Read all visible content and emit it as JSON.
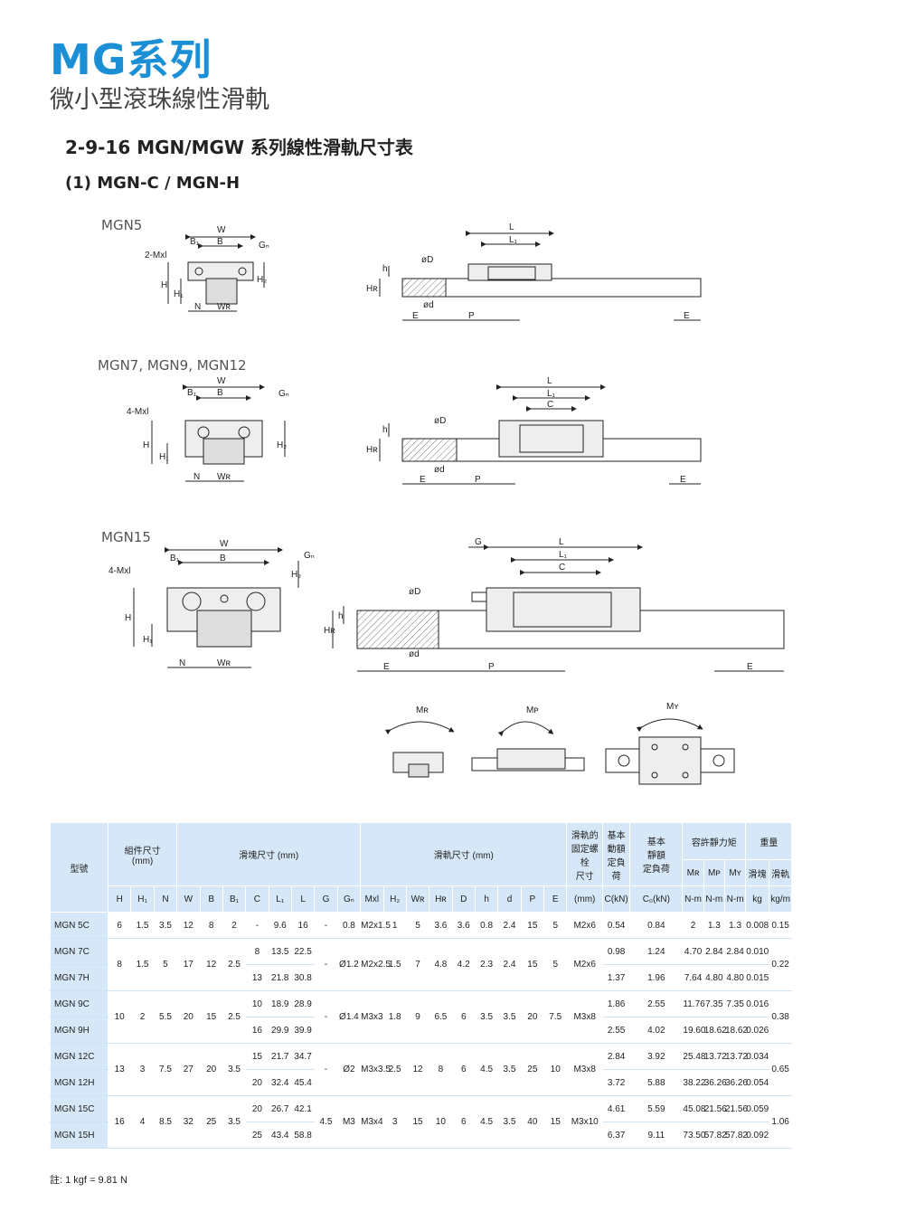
{
  "header": {
    "brand": "MG系列",
    "subtitle": "微小型滾珠線性滑軌",
    "section": "2-9-16  MGN/MGW 系列線性滑軌尺寸表",
    "subsection": "(1) MGN-C / MGN-H"
  },
  "drawings": {
    "mgn5": {
      "label": "MGN5",
      "dims": [
        "W",
        "B₁",
        "B",
        "Gₙ",
        "2-Mxl",
        "H",
        "H₁",
        "H₂",
        "N",
        "Wʀ",
        "L",
        "L₁",
        "øD",
        "h",
        "Hʀ",
        "ød",
        "E",
        "P",
        "E"
      ]
    },
    "mgn7": {
      "label": "MGN7, MGN9, MGN12",
      "dims": [
        "W",
        "B₁",
        "B",
        "Gₙ",
        "4-Mxl",
        "H",
        "H₁",
        "H₂",
        "N",
        "Wʀ",
        "L",
        "L₁",
        "C",
        "øD",
        "h",
        "Hʀ",
        "ød",
        "E",
        "P",
        "E"
      ]
    },
    "mgn15": {
      "label": "MGN15",
      "dims": [
        "W",
        "B₁",
        "B",
        "Gₙ",
        "4-Mxl",
        "H₂",
        "H",
        "H₁",
        "N",
        "Wʀ",
        "G",
        "L",
        "L₁",
        "C",
        "øD",
        "h",
        "Hʀ",
        "ød",
        "E",
        "P",
        "E"
      ]
    },
    "moments": [
      "Mʀ",
      "Mᴘ",
      "Mʏ"
    ]
  },
  "table": {
    "model_header": "型號",
    "group_headers": {
      "assembly": "組件尺寸\n(mm)",
      "block": "滑塊尺寸 (mm)",
      "rail": "滑軌尺寸 (mm)",
      "bolt": "滑軌的\n固定螺栓\n尺寸",
      "dyn": "基本\n動額\n定負荷",
      "stat": "基本\n靜額\n定負荷",
      "moment": "容許靜力矩",
      "weight": "重量"
    },
    "sub_headers": {
      "mr": "Mʀ",
      "mp": "Mᴘ",
      "my": "Mʏ",
      "block_w": "滑塊",
      "rail_w": "滑軌"
    },
    "columns": [
      "H",
      "H₁",
      "N",
      "W",
      "B",
      "B₁",
      "C",
      "L₁",
      "L",
      "G",
      "Gₙ",
      "Mxl",
      "H₂",
      "Wʀ",
      "Hʀ",
      "D",
      "h",
      "d",
      "P",
      "E",
      "(mm)",
      "C(kN)",
      "C₀(kN)",
      "N-m",
      "N-m",
      "N-m",
      "kg",
      "kg/m"
    ],
    "rows": [
      {
        "model": "MGN 5C",
        "H": "6",
        "H1": "1.5",
        "N": "3.5",
        "W": "12",
        "B": "8",
        "B1": "2",
        "C": "-",
        "L1": "9.6",
        "L": "16",
        "G": "-",
        "Gn": "0.8",
        "Mxl": "M2x1.5",
        "H2": "1",
        "WR": "5",
        "HR": "3.6",
        "D": "3.6",
        "h": "0.8",
        "d": "2.4",
        "P": "15",
        "E": "5",
        "bolt": "M2x6",
        "Cdyn": "0.54",
        "C0": "0.84",
        "MR": "2",
        "MP": "1.3",
        "MY": "1.3",
        "wb": "0.008",
        "wr": "0.15"
      }
    ],
    "groups": [
      {
        "H": "8",
        "H1": "1.5",
        "N": "5",
        "W": "17",
        "B": "12",
        "B1": "2.5",
        "G": "-",
        "Gn": "Ø1.2",
        "Mxl": "M2x2.5",
        "H2": "1.5",
        "WR": "7",
        "HR": "4.8",
        "D": "4.2",
        "h": "2.3",
        "d": "2.4",
        "P": "15",
        "E": "5",
        "bolt": "M2x6",
        "wr": "0.22",
        "items": [
          {
            "model": "MGN 7C",
            "C": "8",
            "L1": "13.5",
            "L": "22.5",
            "Cdyn": "0.98",
            "C0": "1.24",
            "MR": "4.70",
            "MP": "2.84",
            "MY": "2.84",
            "wb": "0.010"
          },
          {
            "model": "MGN 7H",
            "C": "13",
            "L1": "21.8",
            "L": "30.8",
            "Cdyn": "1.37",
            "C0": "1.96",
            "MR": "7.64",
            "MP": "4.80",
            "MY": "4.80",
            "wb": "0.015"
          }
        ]
      },
      {
        "H": "10",
        "H1": "2",
        "N": "5.5",
        "W": "20",
        "B": "15",
        "B1": "2.5",
        "G": "-",
        "Gn": "Ø1.4",
        "Mxl": "M3x3",
        "H2": "1.8",
        "WR": "9",
        "HR": "6.5",
        "D": "6",
        "h": "3.5",
        "d": "3.5",
        "P": "20",
        "E": "7.5",
        "bolt": "M3x8",
        "wr": "0.38",
        "items": [
          {
            "model": "MGN 9C",
            "C": "10",
            "L1": "18.9",
            "L": "28.9",
            "Cdyn": "1.86",
            "C0": "2.55",
            "MR": "11.76",
            "MP": "7.35",
            "MY": "7.35",
            "wb": "0.016"
          },
          {
            "model": "MGN 9H",
            "C": "16",
            "L1": "29.9",
            "L": "39.9",
            "Cdyn": "2.55",
            "C0": "4.02",
            "MR": "19.60",
            "MP": "18.62",
            "MY": "18.62",
            "wb": "0.026"
          }
        ]
      },
      {
        "H": "13",
        "H1": "3",
        "N": "7.5",
        "W": "27",
        "B": "20",
        "B1": "3.5",
        "G": "-",
        "Gn": "Ø2",
        "Mxl": "M3x3.5",
        "H2": "2.5",
        "WR": "12",
        "HR": "8",
        "D": "6",
        "h": "4.5",
        "d": "3.5",
        "P": "25",
        "E": "10",
        "bolt": "M3x8",
        "wr": "0.65",
        "items": [
          {
            "model": "MGN 12C",
            "C": "15",
            "L1": "21.7",
            "L": "34.7",
            "Cdyn": "2.84",
            "C0": "3.92",
            "MR": "25.48",
            "MP": "13.72",
            "MY": "13.72",
            "wb": "0.034"
          },
          {
            "model": "MGN 12H",
            "C": "20",
            "L1": "32.4",
            "L": "45.4",
            "Cdyn": "3.72",
            "C0": "5.88",
            "MR": "38.22",
            "MP": "36.26",
            "MY": "36.26",
            "wb": "0.054"
          }
        ]
      },
      {
        "H": "16",
        "H1": "4",
        "N": "8.5",
        "W": "32",
        "B": "25",
        "B1": "3.5",
        "G": "4.5",
        "Gn": "M3",
        "Mxl": "M3x4",
        "H2": "3",
        "WR": "15",
        "HR": "10",
        "D": "6",
        "h": "4.5",
        "d": "3.5",
        "P": "40",
        "E": "15",
        "bolt": "M3x10",
        "wr": "1.06",
        "items": [
          {
            "model": "MGN 15C",
            "C": "20",
            "L1": "26.7",
            "L": "42.1",
            "Cdyn": "4.61",
            "C0": "5.59",
            "MR": "45.08",
            "MP": "21.56",
            "MY": "21.56",
            "wb": "0.059"
          },
          {
            "model": "MGN 15H",
            "C": "25",
            "L1": "43.4",
            "L": "58.8",
            "Cdyn": "6.37",
            "C0": "9.11",
            "MR": "73.50",
            "MP": "57.82",
            "MY": "57.82",
            "wb": "0.092"
          }
        ]
      }
    ]
  },
  "footnote": "註: 1 kgf = 9.81 N"
}
